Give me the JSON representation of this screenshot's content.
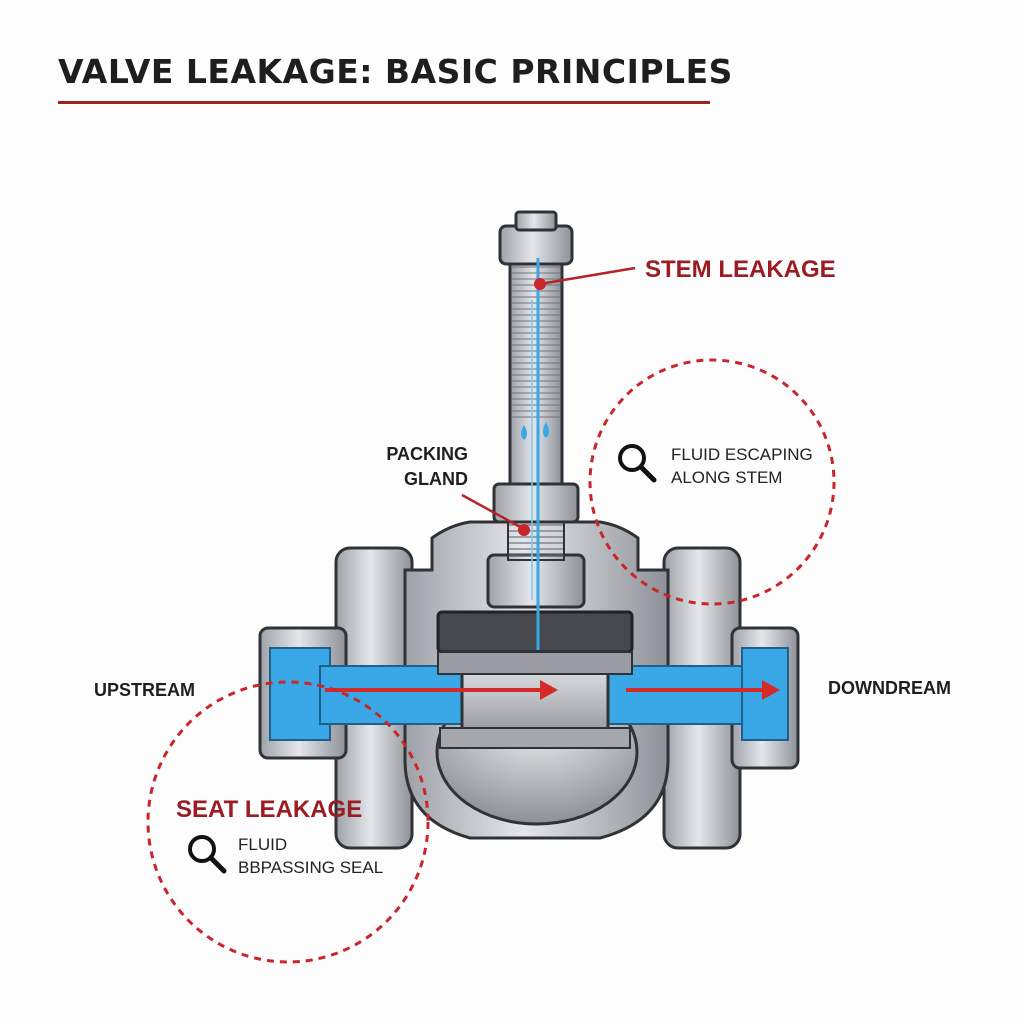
{
  "title": "VALVE LEAKAGE: BASIC PRINCIPLES",
  "labels": {
    "stem_leakage": "STEM LEAKAGE",
    "packing_gland": "PACKING\nGLAND",
    "upstream": "UPSTREAM",
    "downstream": "DOWNDREAM",
    "seat_leakage": "SEAT LEAKAGE"
  },
  "callouts": {
    "stem_note": "FLUID ESCAPING\nALONG STEM",
    "seat_note": "FLUID\nBBPASSING SEAL"
  },
  "icons": [
    "magnifier-icon",
    "droplet-icon",
    "flow-arrow-icon"
  ],
  "colors": {
    "accent_red": "#c9252b",
    "label_red": "#9b1c22",
    "fluid_blue": "#3aa7e6",
    "steel": "#b8bcc2",
    "dark_steel": "#4a4d52"
  }
}
